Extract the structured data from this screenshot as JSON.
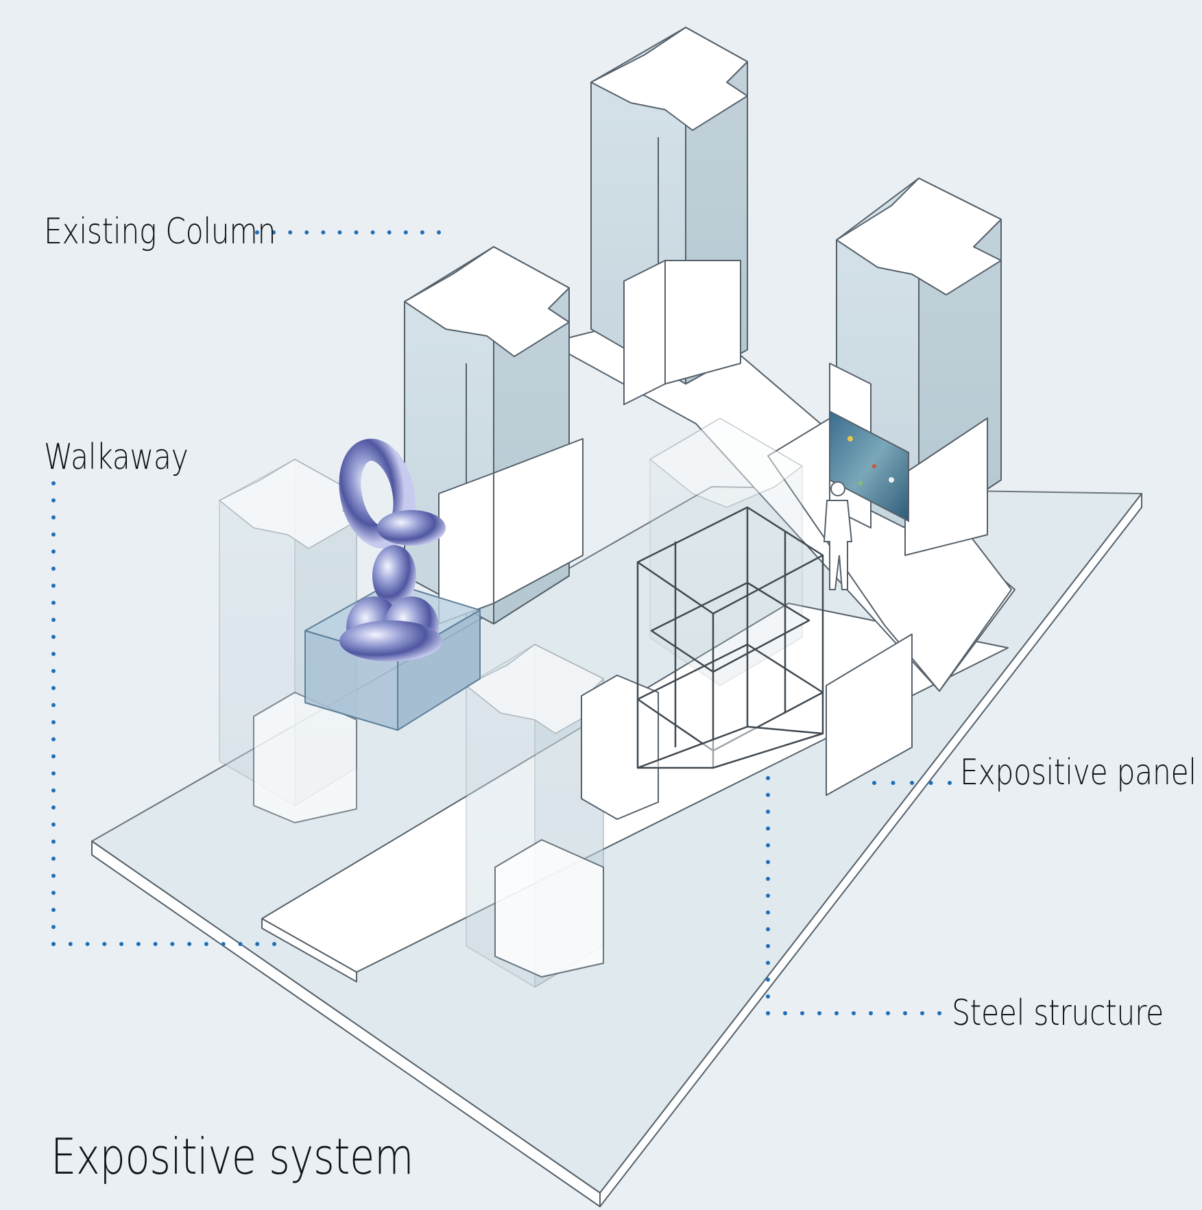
{
  "labels": {
    "existing_column": "Existing Column",
    "walkaway": "Walkaway",
    "expositive_panel": "Expositive panel",
    "steel_structure": "Steel structure"
  },
  "title": "Expositive system",
  "colors": {
    "background": "#e9eff3",
    "leader_dots": "#1f6fb8",
    "outline": "#55606a",
    "glass_face": "#cfdde4",
    "white_face": "#ffffff",
    "sculpture": "#7f86c4",
    "painting": "#3f6f8f"
  }
}
